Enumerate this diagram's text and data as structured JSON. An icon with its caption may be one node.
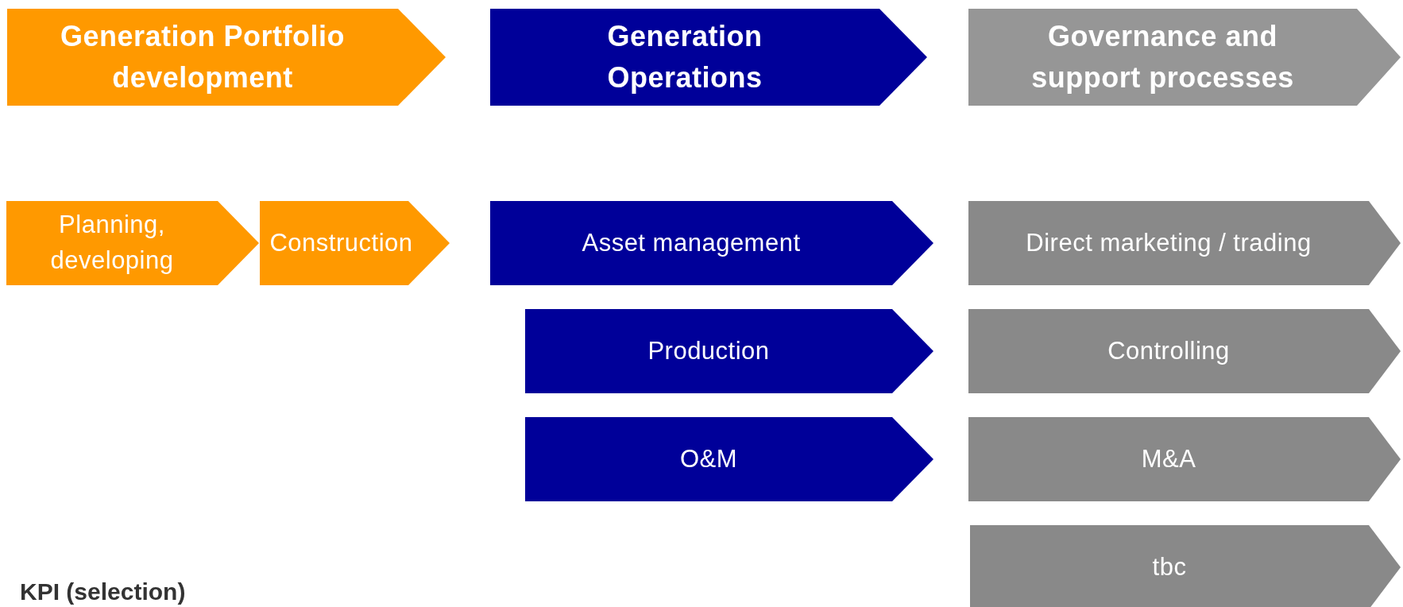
{
  "diagram": {
    "nodes": [
      {
        "text": [
          "Generation Portfolio development"
        ]
      },
      {
        "text": [
          "Generation Operations"
        ]
      },
      {
        "text": [
          "Governance and support processes"
        ]
      },
      {
        "text": [
          "Planning, developing"
        ]
      },
      {
        "text": [
          "Construction"
        ]
      },
      {
        "text": [
          "Asset management"
        ]
      },
      {
        "text": [
          "Direct marketing / trading"
        ]
      },
      {
        "text": [
          "Production"
        ]
      },
      {
        "text": [
          "Controlling"
        ]
      },
      {
        "text": [
          "O&M"
        ]
      },
      {
        "text": [
          "M&A"
        ]
      },
      {
        "text": [
          "tbc"
        ]
      }
    ],
    "labels": [
      "KPI (selection)"
    ]
  }
}
